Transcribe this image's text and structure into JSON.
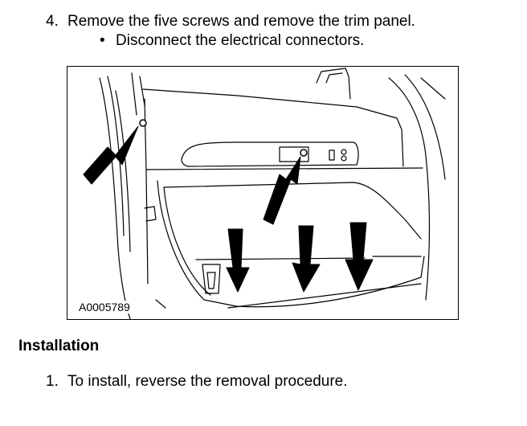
{
  "step4": {
    "number": "4.",
    "text": "Remove the five screws and remove the trim panel."
  },
  "bullet": {
    "marker": "•",
    "text": "Disconnect the electrical connectors."
  },
  "figure": {
    "id_label": "A0005789"
  },
  "installation": {
    "heading": "Installation",
    "step1": {
      "number": "1.",
      "text": "To install, reverse the removal procedure."
    }
  }
}
